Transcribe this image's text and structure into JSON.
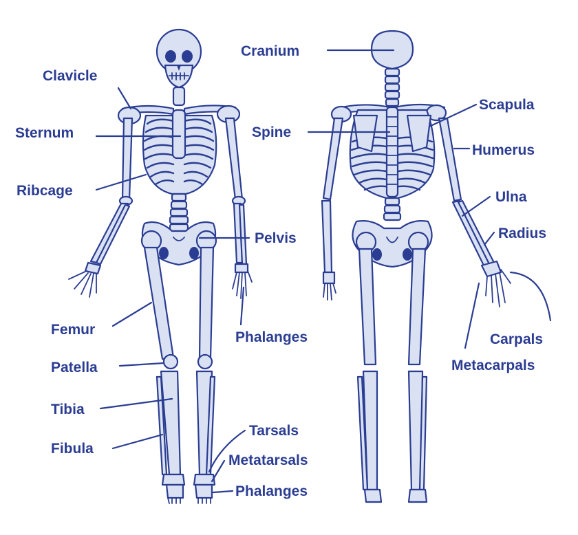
{
  "diagram": {
    "colors": {
      "ink": "#2b3d92",
      "bone": "#d9e1f2",
      "background": "#ffffff"
    },
    "labels": {
      "cranium": "Cranium",
      "clavicle": "Clavicle",
      "sternum": "Sternum",
      "ribcage": "Ribcage",
      "pelvis": "Pelvis",
      "femur": "Femur",
      "phalanges_hand": "Phalanges",
      "patella": "Patella",
      "tibia": "Tibia",
      "fibula": "Fibula",
      "tarsals": "Tarsals",
      "metatarsals": "Metatarsals",
      "phalanges_foot": "Phalanges",
      "spine": "Spine",
      "scapula": "Scapula",
      "humerus": "Humerus",
      "ulna": "Ulna",
      "radius": "Radius",
      "carpals": "Carpals",
      "metacarpals": "Metacarpals"
    }
  }
}
